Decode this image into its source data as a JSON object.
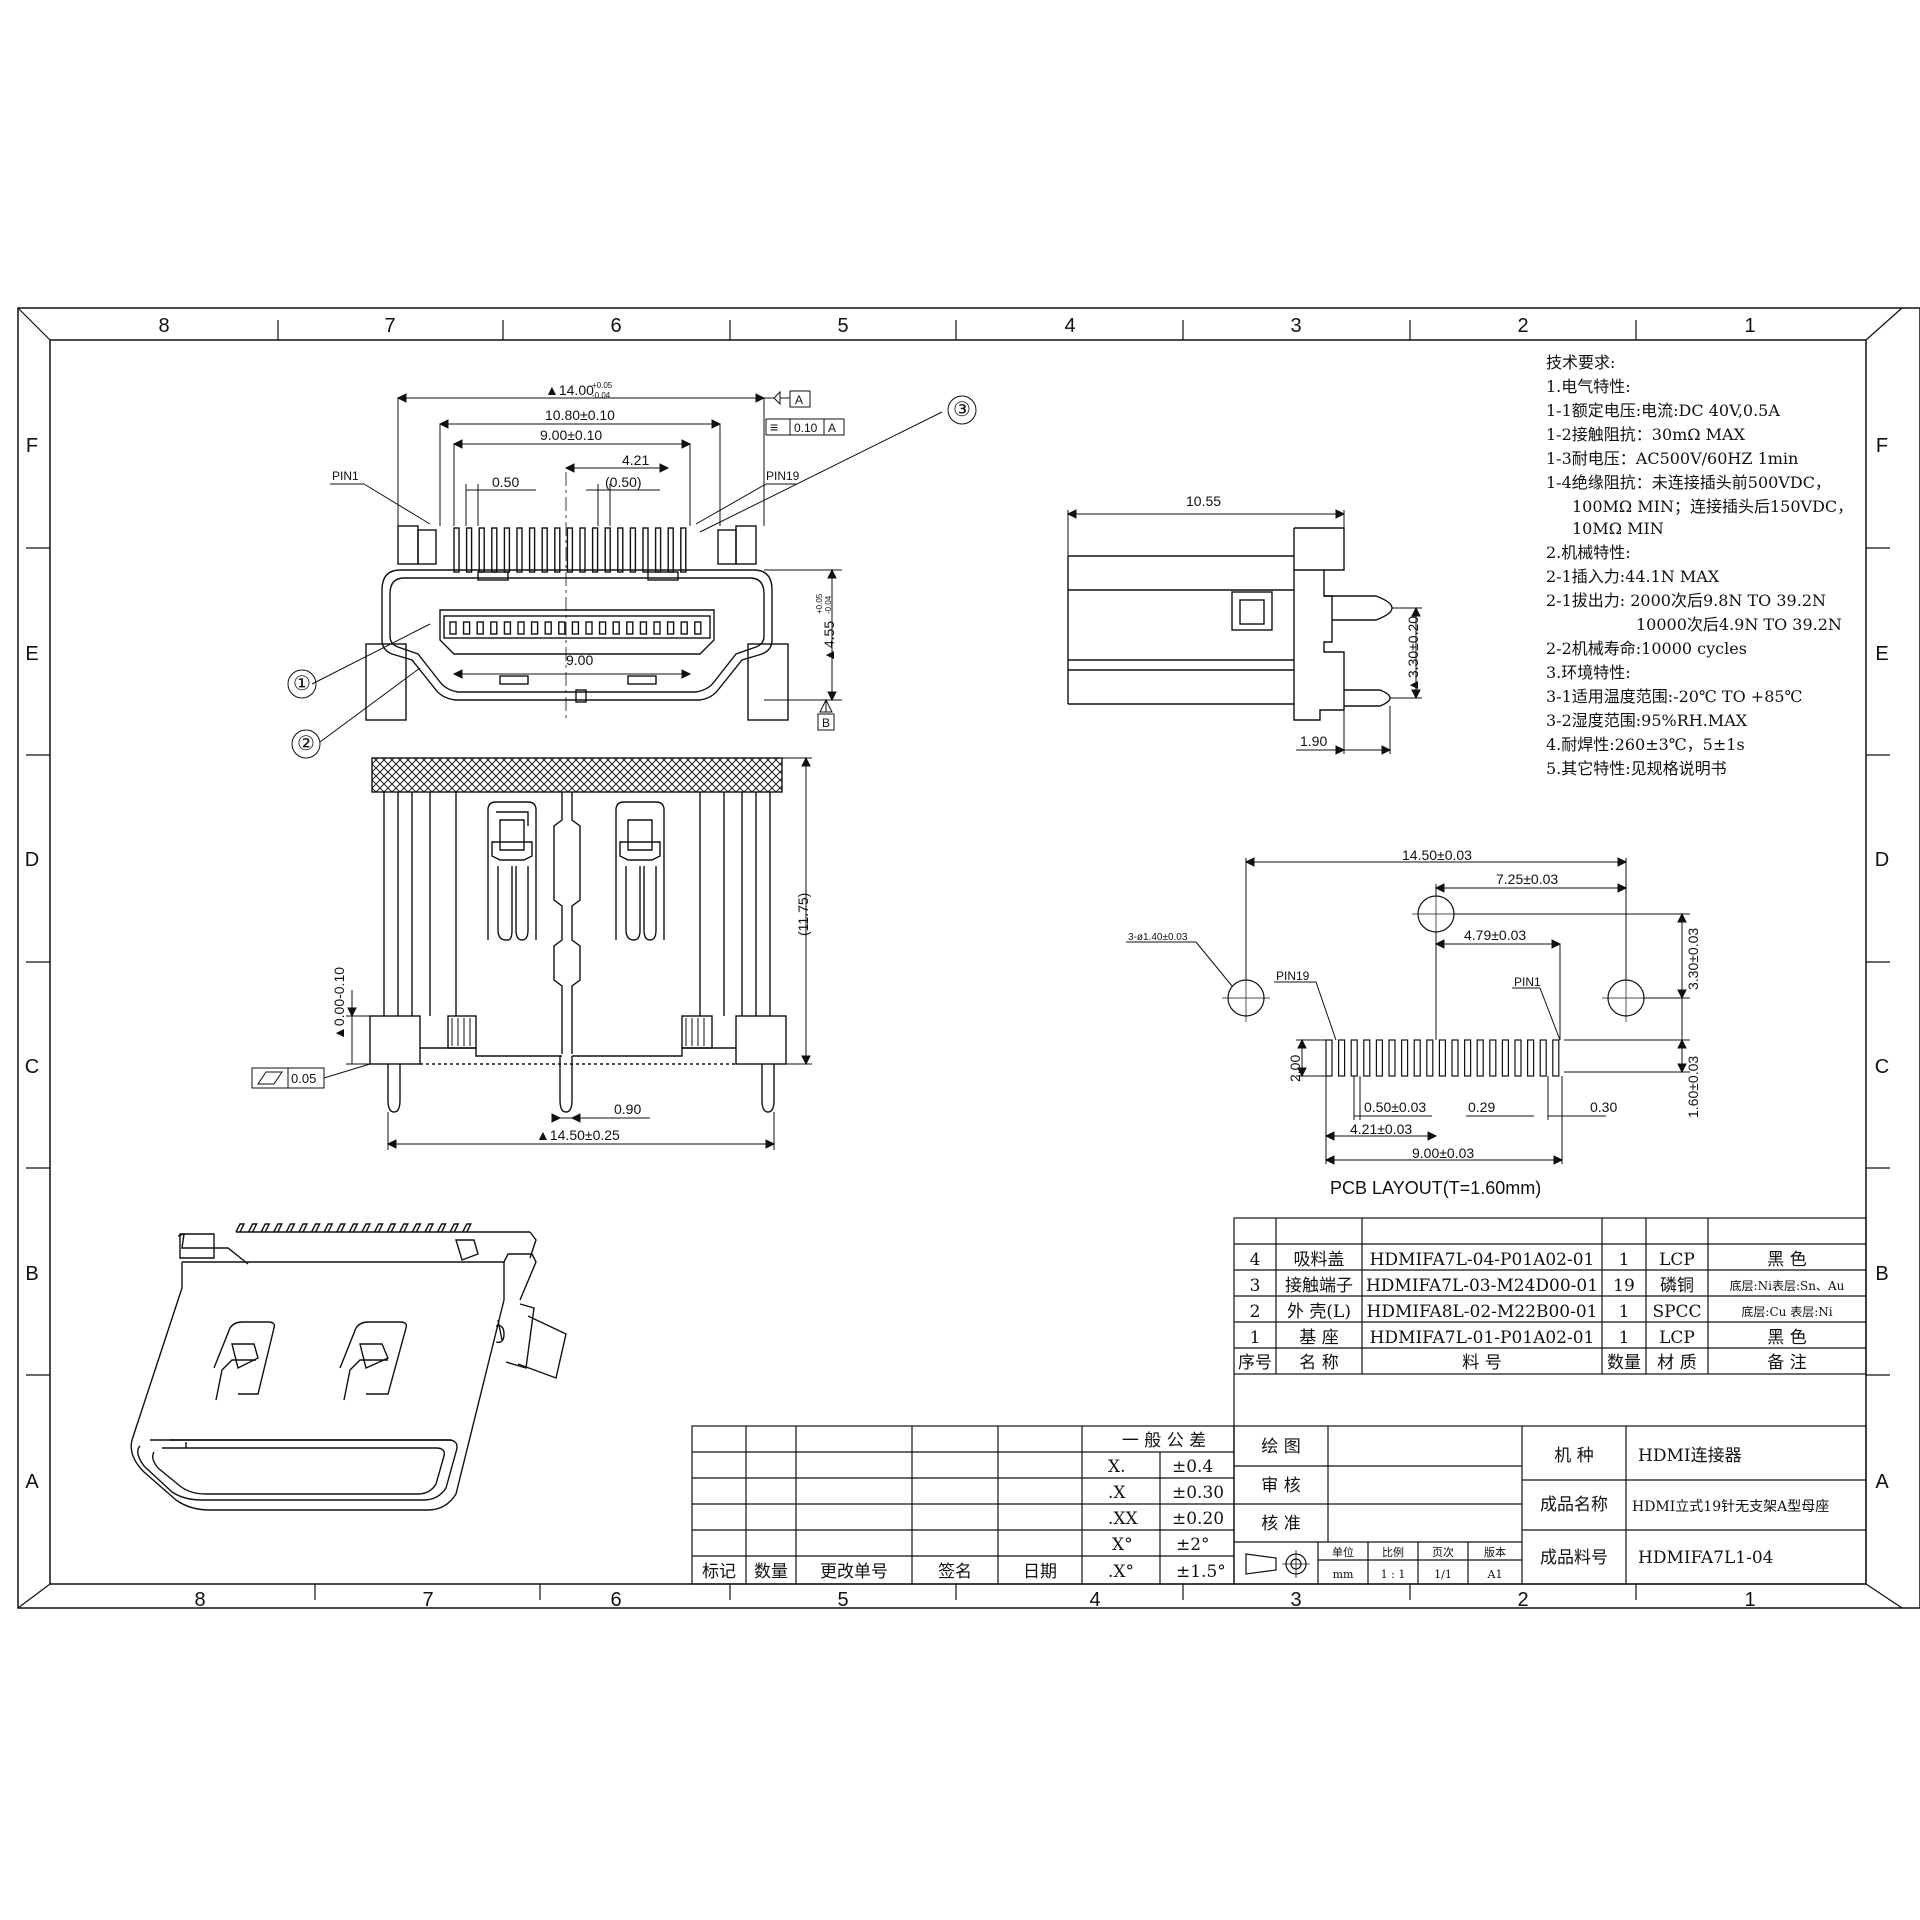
{
  "zones": {
    "columns": [
      "8",
      "7",
      "6",
      "5",
      "4",
      "3",
      "2",
      "1"
    ],
    "rows": [
      "F",
      "E",
      "D",
      "C",
      "B",
      "A"
    ]
  },
  "front_view": {
    "dims": {
      "overall_width": "▲14.00",
      "overall_width_tol_plus": "+0.05",
      "overall_width_tol_minus": "-0.04",
      "width_1080": "10.80±0.10",
      "width_900": "9.00±0.10",
      "pitch": "0.50",
      "dim_421": "4.21",
      "ref_pitch": "(0.50)",
      "inner_900": "9.00",
      "height_455": "▲4.55",
      "height_455_tol_plus": "+0.05",
      "height_455_tol_minus": "-0.04"
    },
    "datum_a": "A",
    "datum_b": "B",
    "symmetry_tol": "0.10",
    "symmetry_ref": "A",
    "symmetry_symbol": "≡",
    "pin1": "PIN1",
    "pin19": "PIN19",
    "balloon_1": "①",
    "balloon_2": "②",
    "balloon_3": "③"
  },
  "bottom_view": {
    "dims": {
      "height_1175": "(11.75)",
      "standoff": "▲0.00-0.10",
      "flatness": "0.05",
      "width_1450": "▲14.50±0.25",
      "dim_090": "0.90"
    }
  },
  "side_view": {
    "dims": {
      "depth": "10.55",
      "pin_len": "▲3.30±0.20",
      "offset": "1.90"
    }
  },
  "tech_requirements": {
    "lines": [
      "技术要求:",
      "1.电气特性:",
      "1-1额定电压:电流:DC 40V,0.5A",
      "1-2接触阻抗：30mΩ MAX",
      "1-3耐电压：AC500V/60HZ 1min",
      "1-4绝缘阻抗：未连接插头前500VDC，",
      "100MΩ MIN；连接插头后150VDC，",
      "10MΩ MIN",
      "2.机械特性:",
      "2-1插入力:44.1N MAX",
      "2-1拔出力: 2000次后9.8N TO 39.2N",
      "10000次后4.9N TO 39.2N",
      "2-2机械寿命:10000 cycles",
      "3.环境特性:",
      "3-1适用温度范围:-20℃ TO +85℃",
      "3-2湿度范围:95%RH.MAX",
      "4.耐焊性:260±3℃，5±1s",
      "5.其它特性:见规格说明书"
    ]
  },
  "pcb_layout": {
    "title": "PCB  LAYOUT(T=1.60mm)",
    "dims": {
      "width_1450": "14.50±0.03",
      "dim_725": "7.25±0.03",
      "dim_479": "4.79±0.03",
      "holes": "3-ø1.40±0.03",
      "dim_330": "3.30±0.03",
      "dim_160": "1.60±0.03",
      "pad_200": "2.00",
      "pitch_050": "0.50±0.03",
      "dim_421": "4.21±0.03",
      "pad_029": "0.29",
      "pad_030": "0.30",
      "span_900": "9.00±0.03"
    },
    "pin19": "PIN19",
    "pin1": "PIN1"
  },
  "bom": {
    "headers": [
      "序号",
      "名 称",
      "料 号",
      "数量",
      "材 质",
      "备 注"
    ],
    "rows": [
      [
        "4",
        "吸料盖",
        "HDMIFA7L-04-P01A02-01",
        "1",
        "LCP",
        "黑 色"
      ],
      [
        "3",
        "接触端子",
        "HDMIFA7L-03-M24D00-01",
        "19",
        "磷铜",
        "底层:Ni表层:Sn、Au"
      ],
      [
        "2",
        "外 壳(L)",
        "HDMIFA8L-02-M22B00-01",
        "1",
        "SPCC",
        "底层:Cu 表层:Ni"
      ],
      [
        "1",
        "基 座",
        "HDMIFA7L-01-P01A02-01",
        "1",
        "LCP",
        "黑 色"
      ]
    ]
  },
  "revision_block": {
    "headers": [
      "标记",
      "数量",
      "更改单号",
      "签名",
      "日期"
    ]
  },
  "tolerance_block": {
    "title": "一 般 公 差",
    "rows": [
      [
        "X.",
        "±0.4"
      ],
      [
        ".X",
        "±0.30"
      ],
      [
        ".XX",
        "±0.20"
      ],
      [
        "X°",
        "±2°"
      ],
      [
        ".X°",
        "±1.5°"
      ]
    ]
  },
  "approval": {
    "labels": [
      "绘 图",
      "审 核",
      "核 准"
    ]
  },
  "scale_block": {
    "labels": [
      "单位",
      "比例",
      "页次",
      "版本"
    ],
    "values": [
      "mm",
      "1 : 1",
      "1/1",
      "A1"
    ]
  },
  "title_block": {
    "type_label": "机  种",
    "type_value": "HDMI连接器",
    "name_label": "成品名称",
    "name_value": "HDMI立式19针无支架A型母座",
    "part_label": "成品料号",
    "part_value": "HDMIFA7L1-04"
  }
}
